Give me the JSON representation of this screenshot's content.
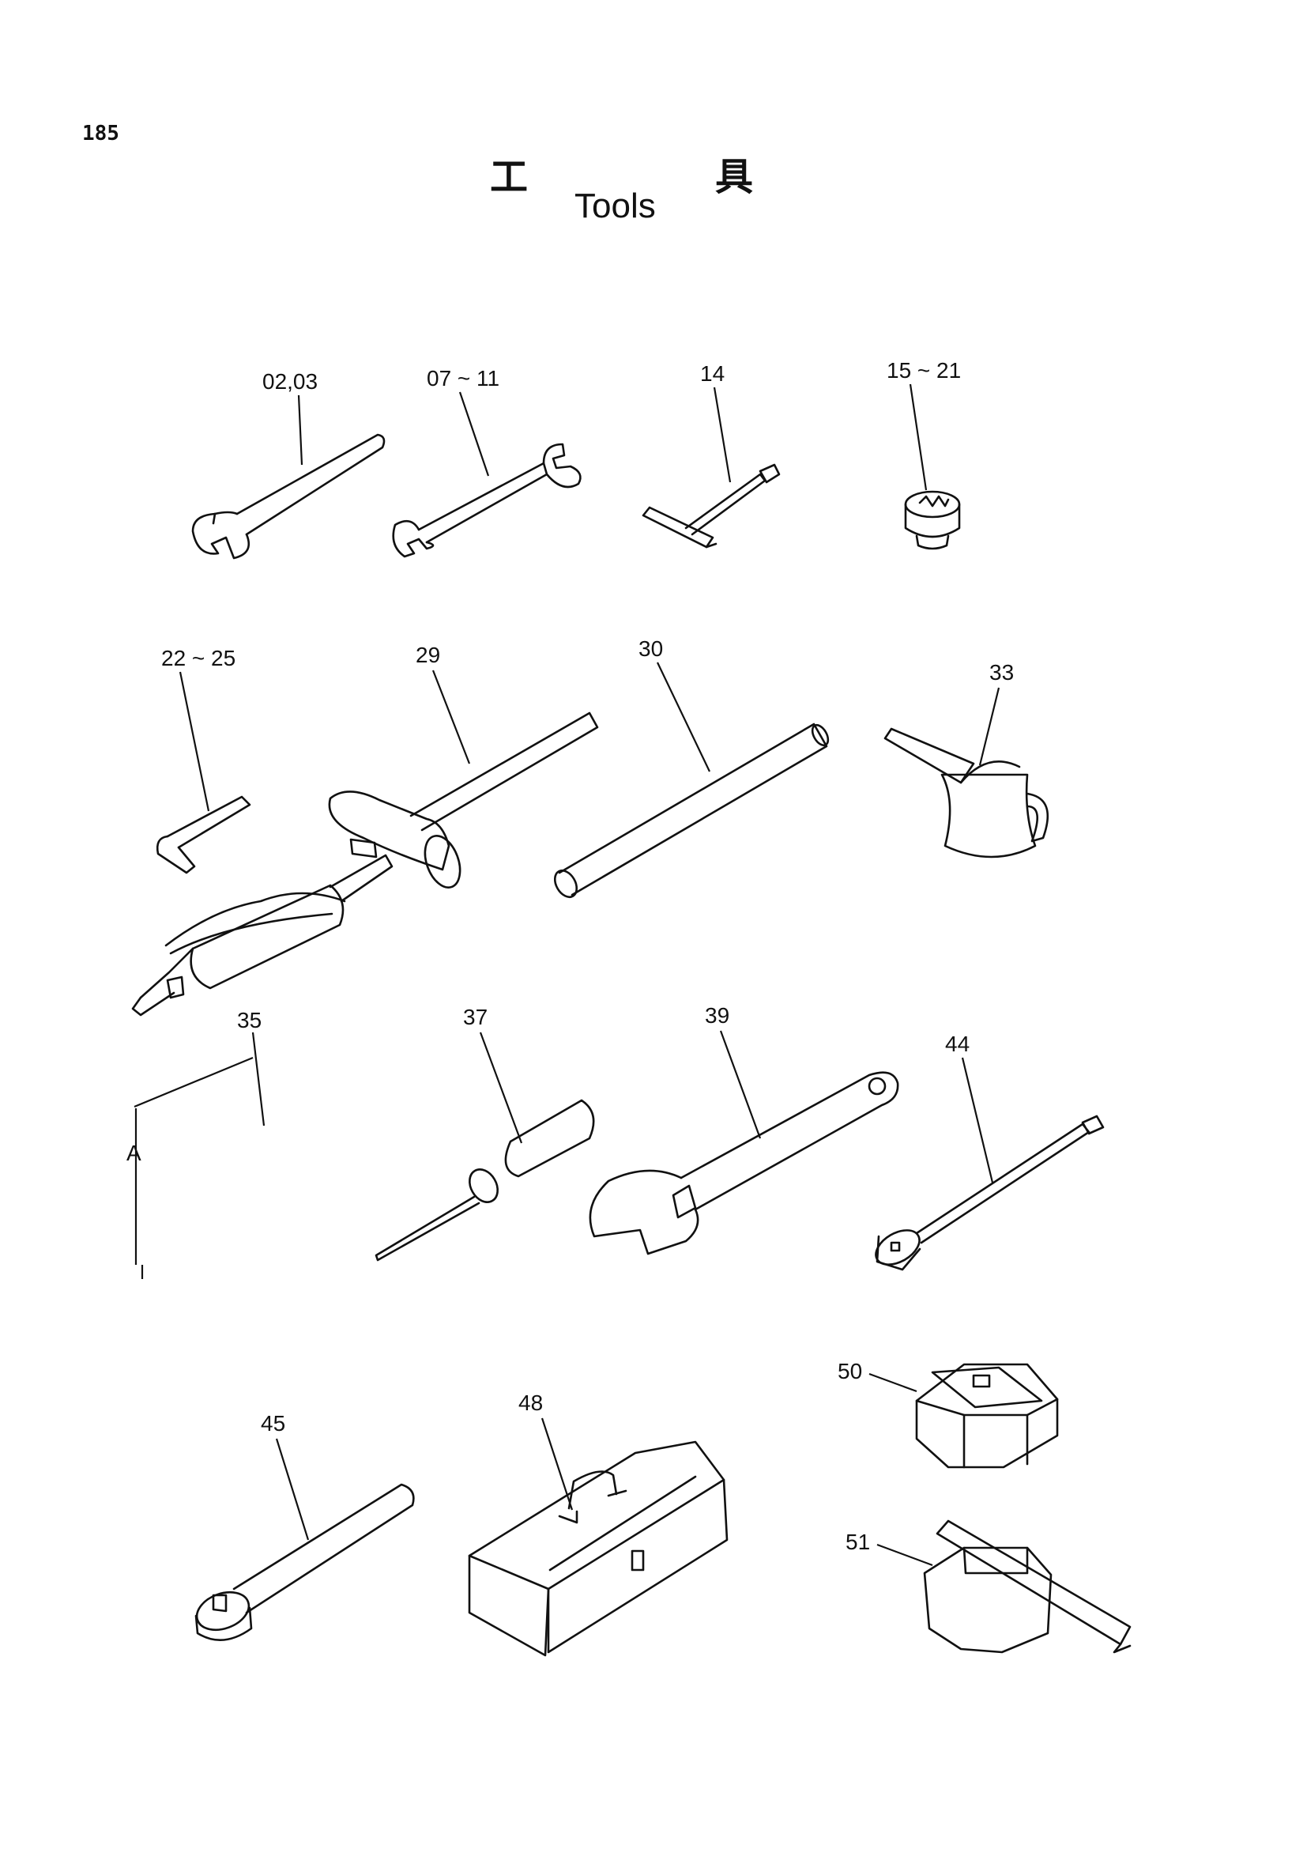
{
  "page_number": "185",
  "title": {
    "japanese_char_1": "工",
    "japanese_char_2": "具",
    "english": "Tools"
  },
  "callouts": [
    {
      "id": "c0203",
      "text": "02,03"
    },
    {
      "id": "c0711",
      "text": "07 ~ 11"
    },
    {
      "id": "c14",
      "text": "14"
    },
    {
      "id": "c1521",
      "text": "15 ~ 21"
    },
    {
      "id": "c2225",
      "text": "22 ~ 25"
    },
    {
      "id": "c29",
      "text": "29"
    },
    {
      "id": "c30",
      "text": "30"
    },
    {
      "id": "c33",
      "text": "33"
    },
    {
      "id": "c35",
      "text": "35"
    },
    {
      "id": "cA",
      "text": "A"
    },
    {
      "id": "c37",
      "text": "37"
    },
    {
      "id": "c39",
      "text": "39"
    },
    {
      "id": "c44",
      "text": "44"
    },
    {
      "id": "c45",
      "text": "45"
    },
    {
      "id": "c48",
      "text": "48"
    },
    {
      "id": "c50",
      "text": "50"
    },
    {
      "id": "c51",
      "text": "51"
    }
  ]
}
